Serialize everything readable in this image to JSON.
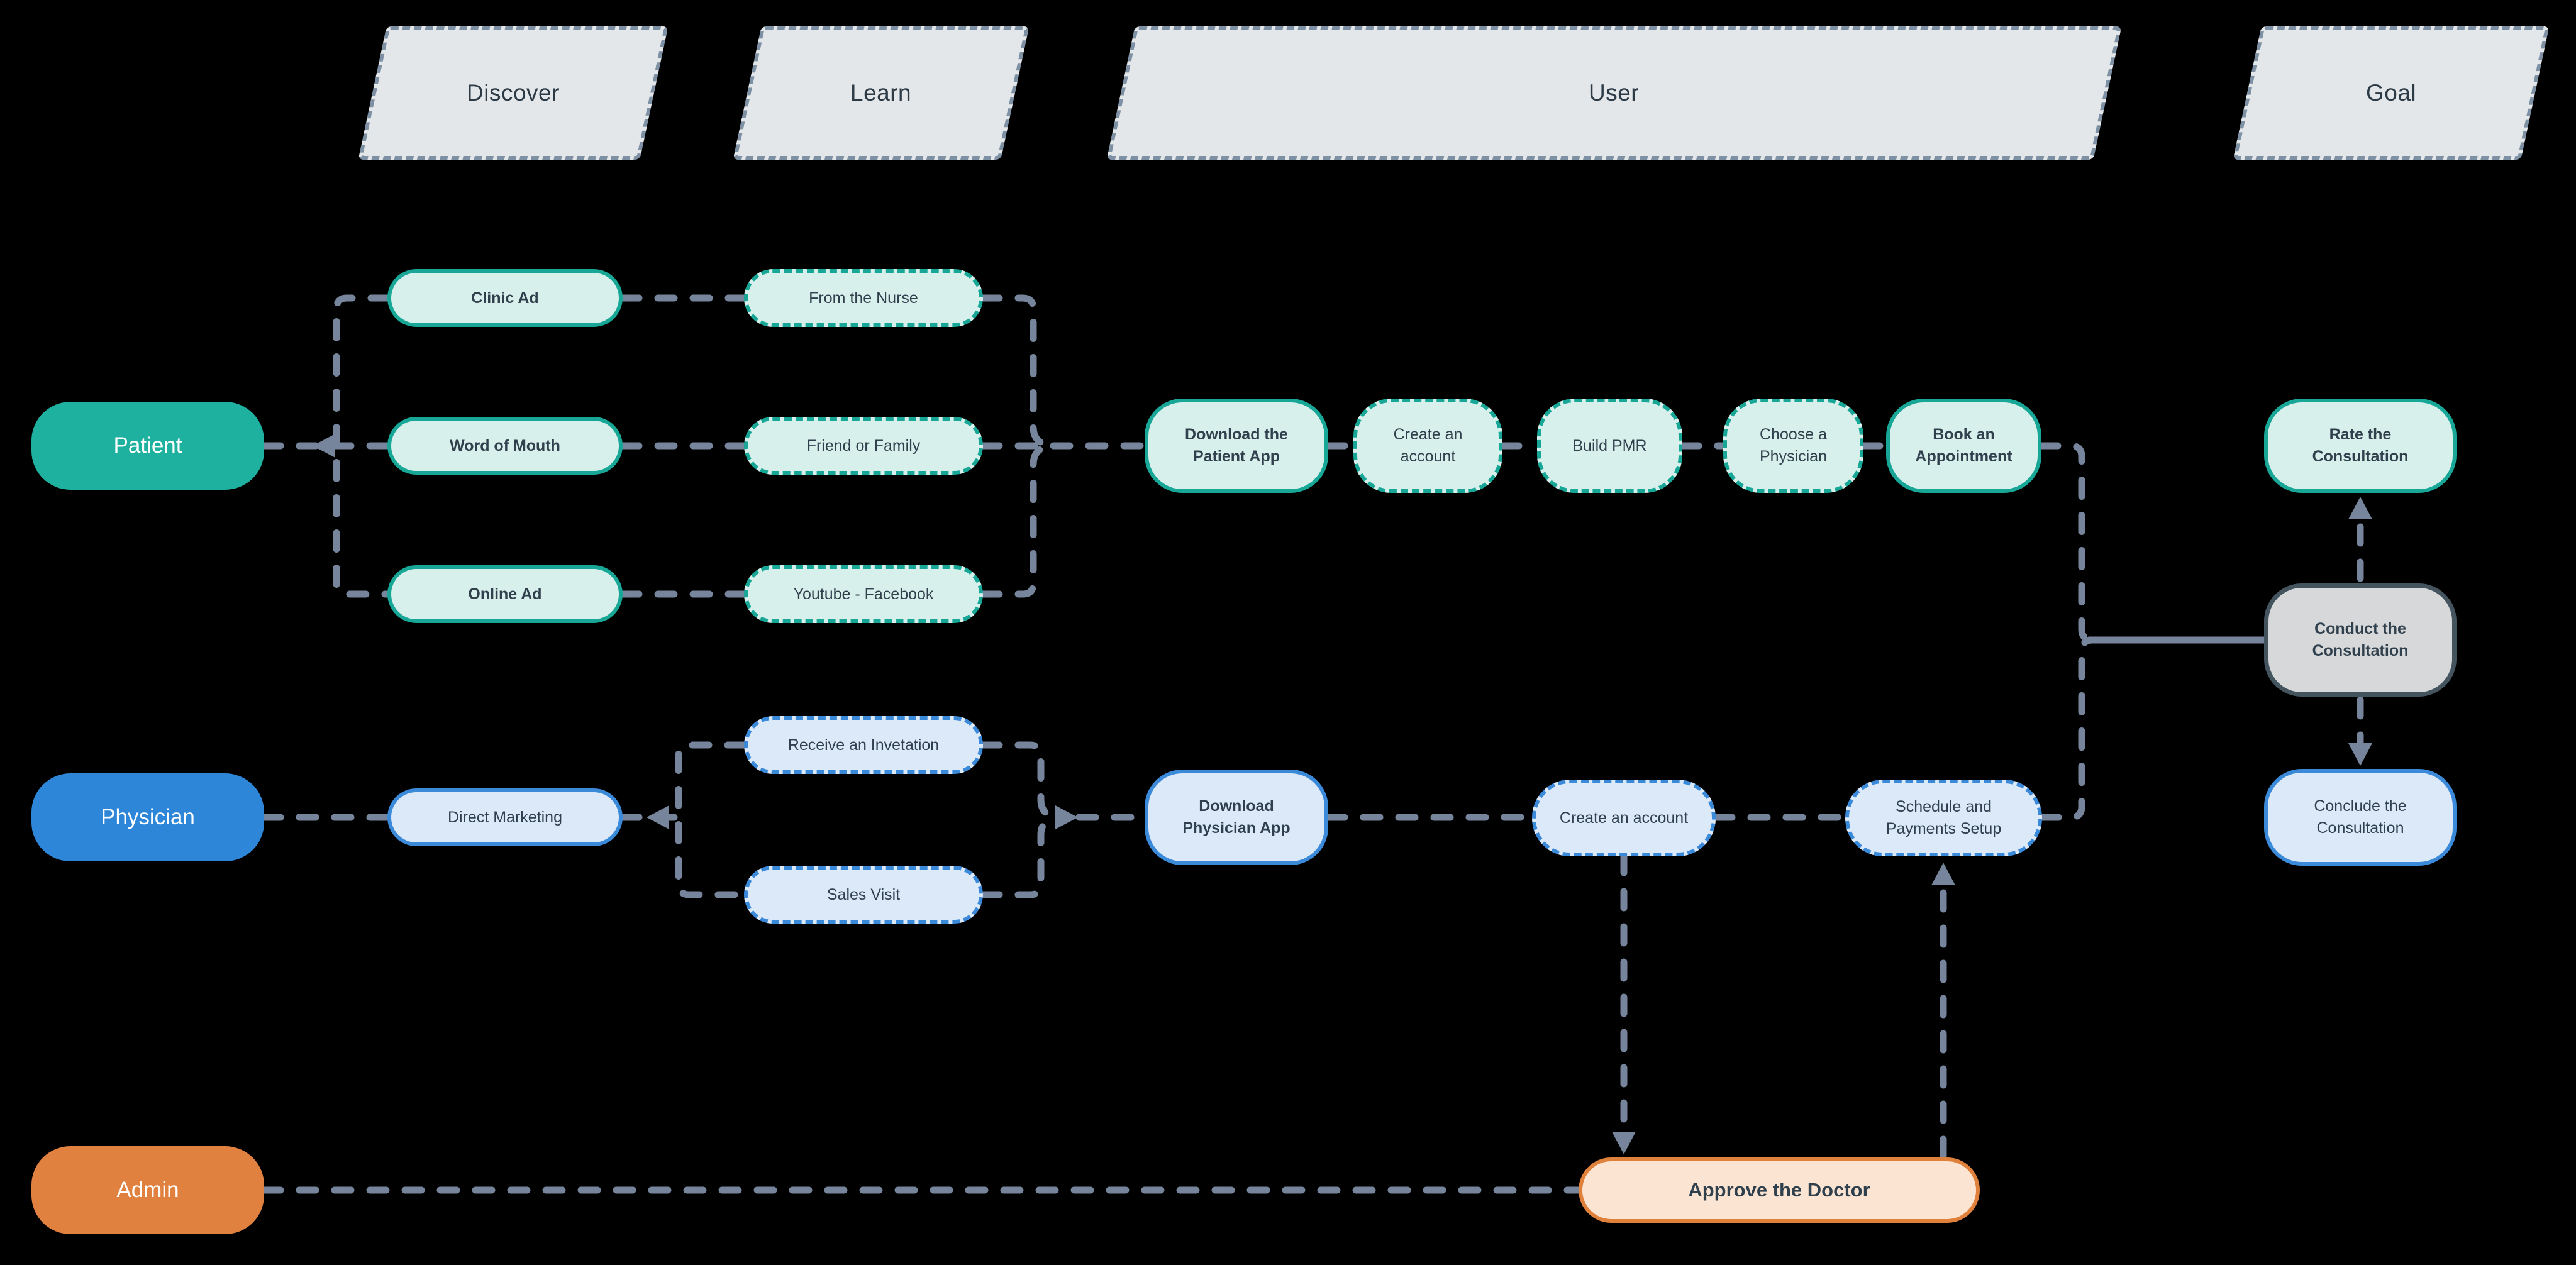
{
  "headers": {
    "discover": "Discover",
    "learn": "Learn",
    "user": "User",
    "goal": "Goal"
  },
  "personas": {
    "patient": "Patient",
    "physician": "Physician",
    "admin": "Admin"
  },
  "patient_flow": {
    "clinic_ad": "Clinic Ad",
    "word_of_mouth": "Word of Mouth",
    "online_ad": "Online Ad",
    "from_the_nurse": "From the Nurse",
    "friend_or_family": "Friend or Family",
    "youtube_facebook": "Youtube - Facebook",
    "download_app": "Download the Patient App",
    "create_account": "Create an account",
    "build_pmr": "Build PMR",
    "choose_physician": "Choose a Physician",
    "book_appointment": "Book an Appointment",
    "rate_consultation": "Rate the Consultation"
  },
  "physician_flow": {
    "direct_marketing": "Direct Marketing",
    "receive_invitation": "Receive an Invetation",
    "sales_visit": "Sales Visit",
    "download_app": "Download Physician App",
    "create_account": "Create an account",
    "schedule_payments": "Schedule and Payments Setup"
  },
  "shared_flow": {
    "conduct_consultation": "Conduct the Consultation",
    "conclude_consultation": "Conclude the Consultation"
  },
  "admin_flow": {
    "approve_doctor": "Approve the Doctor"
  },
  "colors": {
    "background": "#000000",
    "teal_border": "#18a796",
    "teal_fill": "#d8f0ec",
    "patient_pill": "#1fb1a0",
    "blue_border": "#3b8ada",
    "blue_fill": "#dbe9f8",
    "physician_pill": "#2e86d8",
    "orange_border": "#e0813b",
    "orange_fill": "#fbe5d2",
    "admin_pill": "#e08140",
    "gray_fill": "#d6d8d9",
    "gray_border": "#44545f",
    "connector": "#76859b",
    "header_fill": "#e4e7e9",
    "header_border": "#7e90a3",
    "text_dark": "#31404d"
  }
}
